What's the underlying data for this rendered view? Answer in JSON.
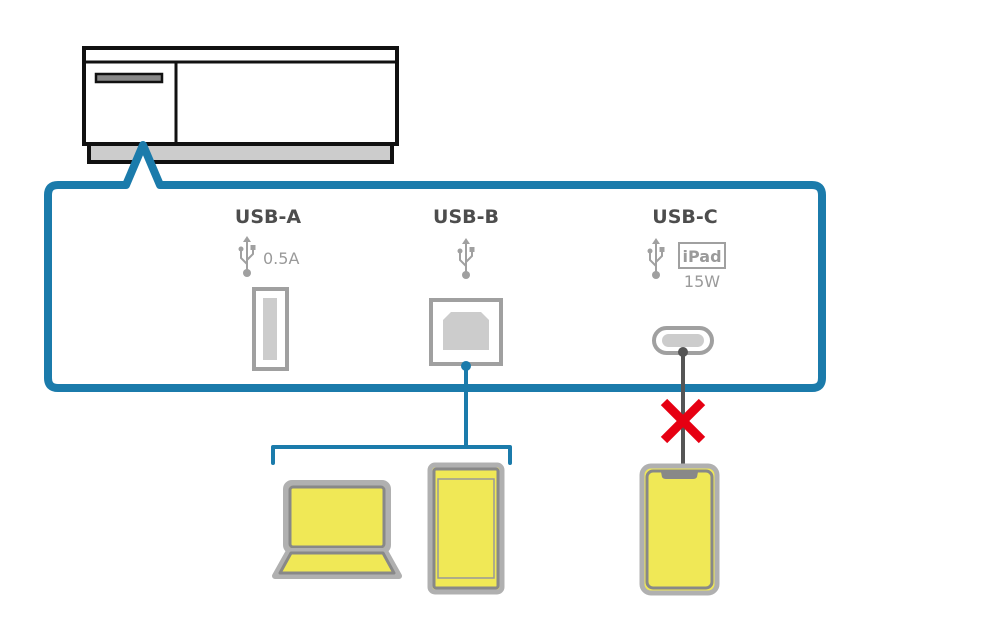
{
  "colors": {
    "accent_blue": "#1b7bab",
    "port_gray": "#a0a0a0",
    "port_fill": "#cccccc",
    "device_screen": "#f0e856",
    "cable_dark": "#555555",
    "no_mark": "#e60012",
    "text_dark": "#4d4d4d",
    "text_light": "#9a9a9a"
  },
  "ports": {
    "usb_a": {
      "label": "USB-A",
      "icon": "usb-icon",
      "spec": "0.5A"
    },
    "usb_b": {
      "label": "USB-B",
      "icon": "usb-icon"
    },
    "usb_c": {
      "label": "USB-C",
      "icon": "usb-icon",
      "badge": "iPad",
      "spec": "15W"
    }
  },
  "devices": {
    "usb_b_targets": [
      "laptop",
      "tablet"
    ],
    "usb_c_target": "smartphone",
    "usb_c_connection": "not-supported"
  }
}
